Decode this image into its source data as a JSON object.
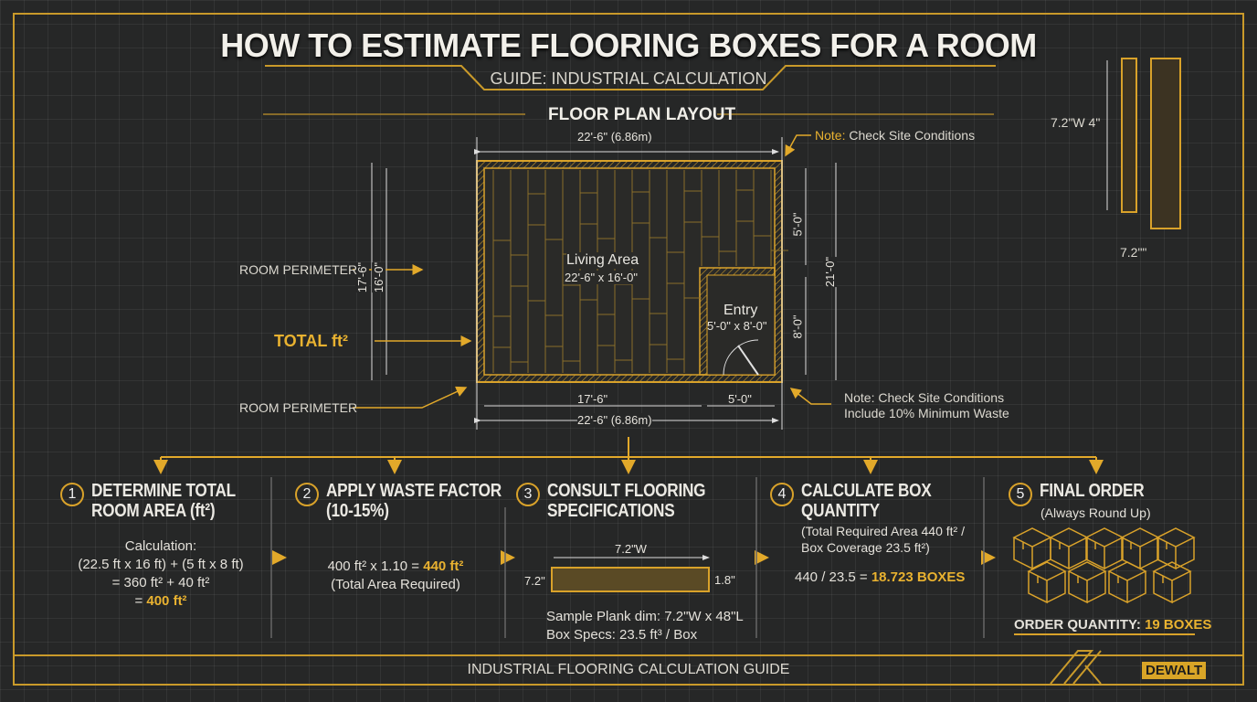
{
  "title": "HOW TO ESTIMATE FLOORING BOXES FOR A ROOM",
  "subtitle": "GUIDE: INDUSTRIAL CALCULATION",
  "colors": {
    "accent": "#e9b230",
    "background": "#262727",
    "text": "#e8e6e0"
  },
  "floor_plan": {
    "heading": "FLOOR PLAN LAYOUT",
    "top_dimension": "22'-6\" (6.86m)",
    "bottom_dimension": "22'-6\" (6.86m)",
    "bottom_left_dimension": "17'-6\"",
    "bottom_right_dimension": "5'-0\"",
    "left_outer_dimension": "17'-6\"",
    "left_inner_dimension": "16'-0\"",
    "right_upper_dimension": "5'-0\"",
    "right_lower_dimension": "8'-0\"",
    "right_outer_dimension": "21'-0\"",
    "living_area_label": "Living Area",
    "living_area_size": "22'-6\" x 16'-0\"",
    "entry_label": "Entry",
    "entry_size": "5'-0\" x 8'-0\"",
    "room_perimeter_label_1": "ROOM PERIMETER",
    "room_perimeter_label_2": "ROOM PERIMETER",
    "total_label": "TOTAL ft²",
    "note_top_prefix": "Note:",
    "note_top_text": " Check Site Conditions",
    "note_bottom_line1": "Note: Check Site Conditions",
    "note_bottom_line2": "Include 10% Minimum Waste"
  },
  "plank_detail": {
    "height_label": "7.2\"W 4\"",
    "width_label": "7.2\"\""
  },
  "steps": [
    {
      "number": "1",
      "heading_line1": "DETERMINE TOTAL",
      "heading_line2": "ROOM AREA (ft²)",
      "line1": "Calculation:",
      "line2": "(22.5 ft x 16 ft) + (5 ft x 8 ft)",
      "line3": "= 360 ft² + 40 ft²",
      "line4_prefix": "= ",
      "line4_highlight": "400 ft²"
    },
    {
      "number": "2",
      "heading_line1": "APPLY WASTE FACTOR",
      "heading_line2": "(10-15%)",
      "line1_prefix": "400 ft² x 1.10 = ",
      "line1_highlight": "440 ft²",
      "line2": "(Total Area Required)"
    },
    {
      "number": "3",
      "heading_line1": "CONSULT FLOORING",
      "heading_line2": "SPECIFICATIONS",
      "plank_width": "7.2\"W",
      "plank_height": "7.2\"",
      "plank_thickness": "1.8\"",
      "line1": "Sample Plank dim: 7.2\"W x 48\"L",
      "line2": "Box Specs: 23.5 ft³ / Box"
    },
    {
      "number": "4",
      "heading_line1": "CALCULATE BOX",
      "heading_line2": "QUANTITY",
      "sub1": "(Total Required Area 440 ft² /",
      "sub2": "Box Coverage 23.5 ft²)",
      "line1_prefix": "440 / 23.5 = ",
      "line1_highlight": "18.723 BOXES"
    },
    {
      "number": "5",
      "heading_line1": "FINAL ORDER",
      "sub1": "(Always Round Up)",
      "order_prefix": "ORDER QUANTITY: ",
      "order_highlight": "19 BOXES"
    }
  ],
  "footer": {
    "text": "INDUSTRIAL FLOORING CALCULATION GUIDE",
    "logo": "DEWALT"
  }
}
